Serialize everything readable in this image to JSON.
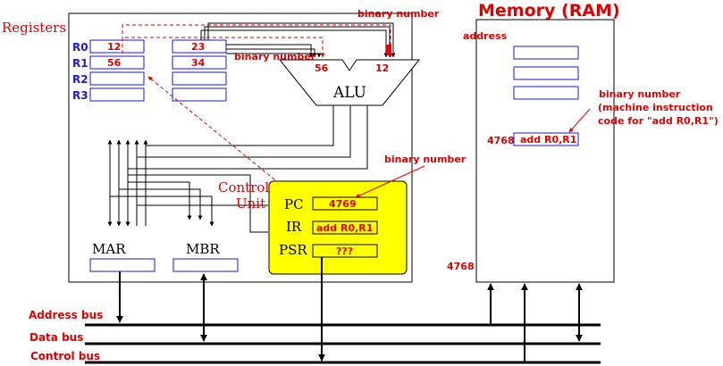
{
  "colors": {
    "label_red": "#e00000",
    "register_blue": "#1a1ad0",
    "control_unit_yellow": "#ffff00",
    "wire": "#000000"
  },
  "cpu": {
    "registers_label": "Registers",
    "register_names": [
      "R0",
      "R1",
      "R2",
      "R3"
    ],
    "register_values_a": [
      "12",
      "56",
      "",
      ""
    ],
    "register_values_b": [
      "23",
      "34",
      "",
      ""
    ],
    "alu_label": "ALU",
    "alu_inputs": [
      "56",
      "12"
    ],
    "binary_number_top": "binary number",
    "binary_number_mid": "binary number",
    "binary_number_pc": "binary number",
    "control_unit_label_line1": "Control",
    "control_unit_label_line2": "Unit",
    "pc_label": "PC",
    "pc_value": "4769",
    "ir_label": "IR",
    "ir_value": "add R0,R1",
    "psr_label": "PSR",
    "psr_value": "???",
    "mar_label": "MAR",
    "mbr_label": "MBR"
  },
  "memory": {
    "title": "Memory (RAM)",
    "address_label": "address",
    "annotation_line1": "binary number",
    "annotation_line2": "(machine instruction",
    "annotation_line3": "code for \"add R0,R1\")",
    "cell_address": "4768",
    "cell_value": "add R0,R1",
    "bottom_address": "4768"
  },
  "buses": {
    "address_bus": "Address bus",
    "data_bus": "Data bus",
    "control_bus": "Control bus"
  }
}
